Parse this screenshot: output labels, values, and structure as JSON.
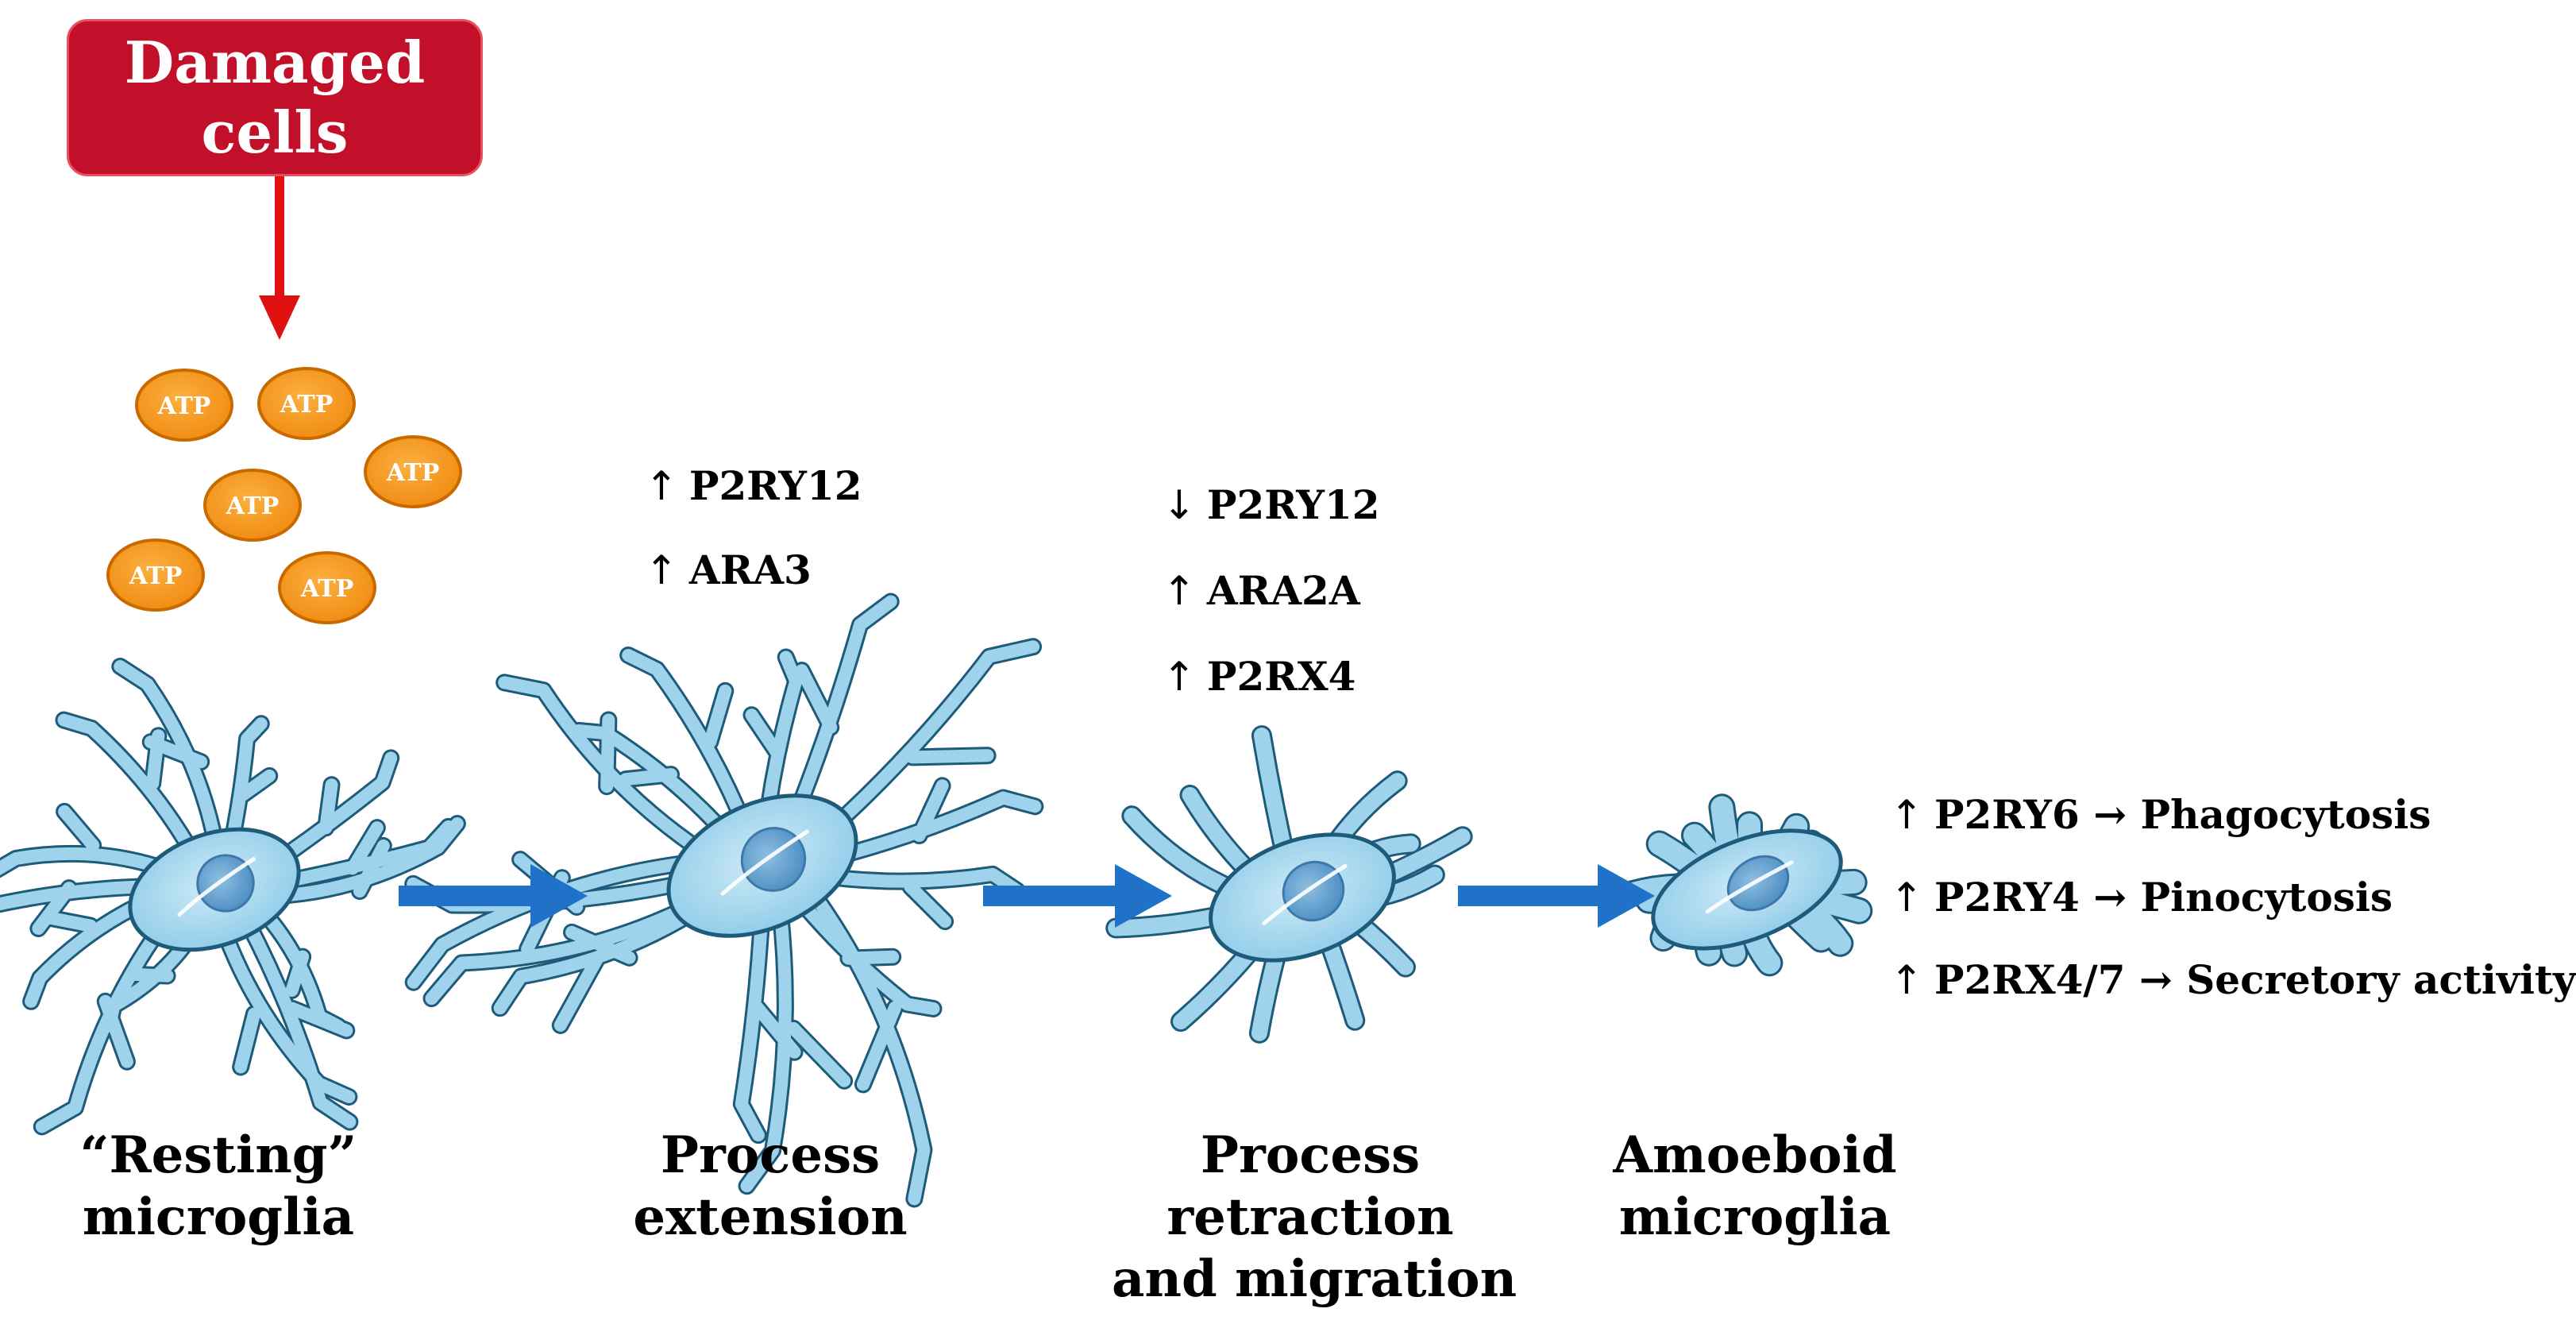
{
  "source": {
    "line1": "Damaged",
    "line2": "cells",
    "fill_color": "#c2102a"
  },
  "atp": {
    "label": "ATP",
    "count": 6,
    "fill_color": "#f7941d"
  },
  "arrow_color": "#1f72c8",
  "cell_color": "#9fd3ec",
  "stages": [
    {
      "lines": [
        "“Resting”",
        "microglia"
      ],
      "markers": []
    },
    {
      "lines": [
        "Process",
        "extension"
      ],
      "markers": [
        {
          "dir": "↑",
          "text": "P2RY12"
        },
        {
          "dir": "↑",
          "text": "ARA3"
        }
      ]
    },
    {
      "lines": [
        "Process",
        "retraction",
        "and migration"
      ],
      "markers": [
        {
          "dir": "↓",
          "text": "P2RY12"
        },
        {
          "dir": "↑",
          "text": "ARA2A"
        },
        {
          "dir": "↑",
          "text": "P2RX4"
        }
      ]
    },
    {
      "lines": [
        "Amoeboid",
        "microglia"
      ],
      "markers": [
        {
          "dir": "↑",
          "text": "P2RY6 → Phagocytosis"
        },
        {
          "dir": "↑",
          "text": "P2RY4 → Pinocytosis"
        },
        {
          "dir": "↑",
          "text": "P2RX4/7 → Secretory activity"
        }
      ]
    }
  ]
}
